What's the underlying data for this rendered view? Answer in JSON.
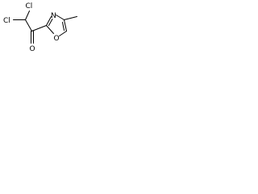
{
  "structure": {
    "atoms": {
      "cl_top": "Cl",
      "cl_left": "Cl",
      "oxygen_carbonyl": "O",
      "oxygen_ring": "O",
      "nitrogen_ring": "N"
    }
  },
  "colors": {
    "background": "#ffffff",
    "ink": "#000000"
  }
}
